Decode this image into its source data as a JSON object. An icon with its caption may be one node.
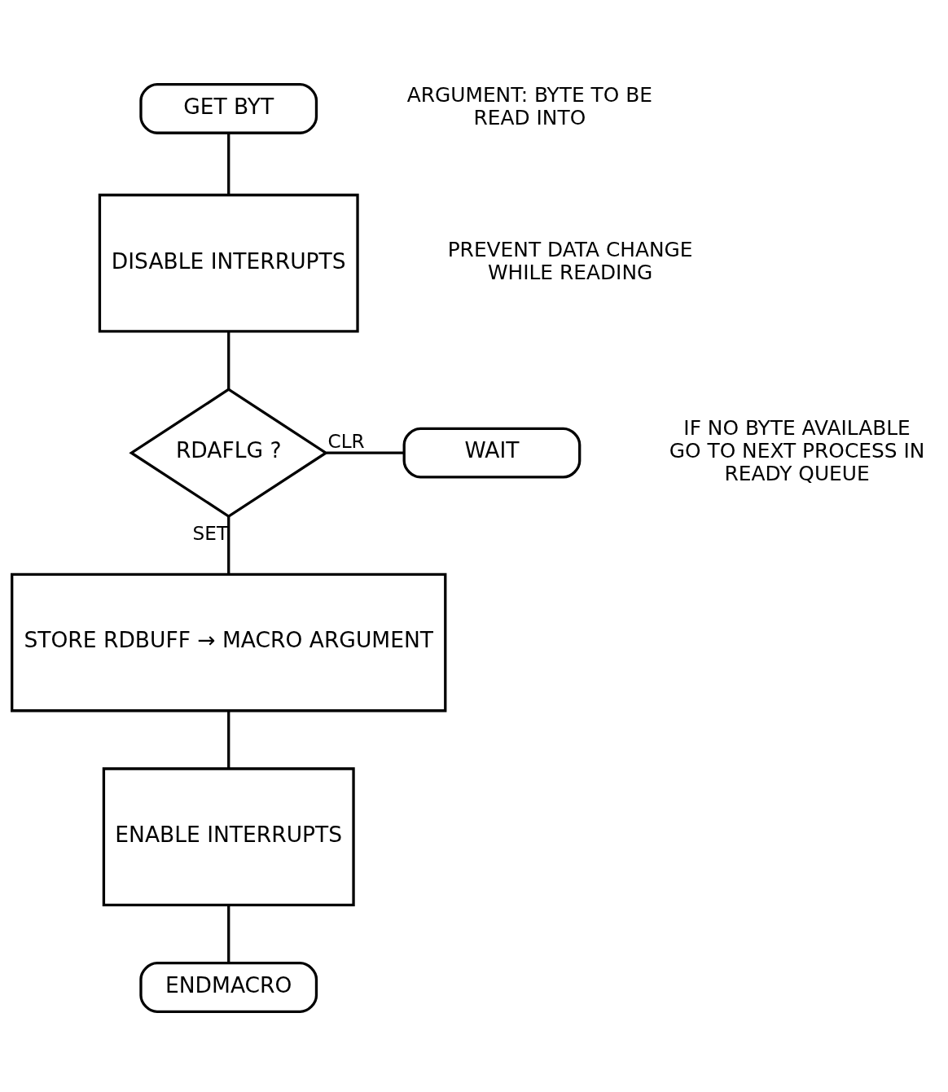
{
  "diagram": {
    "nodes": [
      {
        "text": [
          "GET BYT"
        ]
      },
      {
        "text": [
          "DISABLE INTERRUPTS"
        ]
      },
      {
        "text": [
          "RDAFLG ?"
        ]
      },
      {
        "text": [
          "WAIT"
        ]
      },
      {
        "text": [
          "STORE RDBUFF → MACRO ARGUMENT"
        ]
      },
      {
        "text": [
          "ENABLE INTERRUPTS"
        ]
      },
      {
        "text": [
          "ENDMACRO"
        ]
      }
    ],
    "edges": [
      {
        "from": 0,
        "to": 1,
        "arrow": "none"
      },
      {
        "from": 1,
        "to": 2,
        "arrow": "none"
      },
      {
        "from": 2,
        "to": 3,
        "arrow": "none",
        "label": "CLR"
      },
      {
        "from": 2,
        "to": 4,
        "arrow": "none",
        "label": "SET"
      },
      {
        "from": 4,
        "to": 5,
        "arrow": "none"
      },
      {
        "from": 5,
        "to": 6,
        "arrow": "none"
      }
    ],
    "labels": [
      "ARGUMENT: BYTE TO BE READ INTO",
      "PREVENT DATA CHANGE WHILE READING",
      "IF NO BYTE AVAILABLE GO TO NEXT PROCESS IN READY QUEUE"
    ]
  }
}
